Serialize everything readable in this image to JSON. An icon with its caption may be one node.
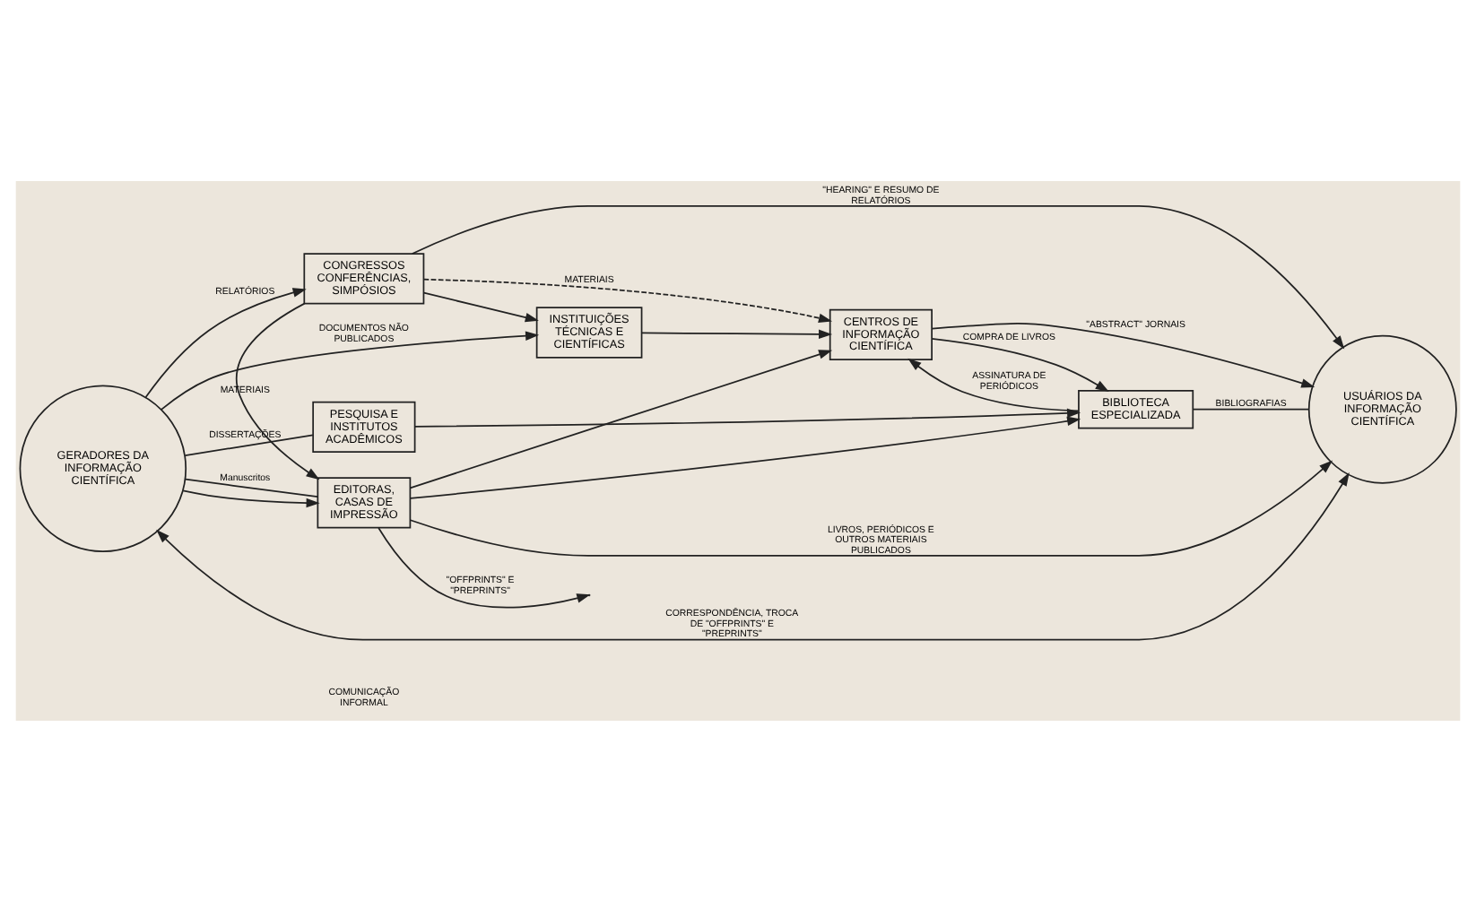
{
  "diagram": {
    "nodes": [
      {
        "text": [
          "GERADORES DA INFORMAÇÃO CIENTÍFICA"
        ]
      },
      {
        "text": [
          "CONGRESSOS CONFERÊNCIAS, SIMPÓSIOS"
        ]
      },
      {
        "text": [
          "INSTITUIÇÕES TÉCNICAS E CIENTÍFICAS"
        ]
      },
      {
        "text": [
          "CENTROS DE INFORMAÇÃO CIENTÍFICA"
        ]
      },
      {
        "text": [
          "EDITORAS, CASAS DE IMPRESSÃO"
        ]
      },
      {
        "text": [
          "BIBLIOTECA ESPECIALIZADA"
        ]
      },
      {
        "text": [
          "PESQUISA E INSTITUTOS ACADÊMICOS"
        ]
      },
      {
        "text": [
          "USUÁRIOS DA INFORMAÇÃO CIENTÍFICA"
        ]
      }
    ],
    "edges": [
      {
        "from": 0,
        "to": 1,
        "arrow": "to",
        "label": "RELATÓRIOS"
      },
      {
        "from": 1,
        "to": 7,
        "arrow": "to",
        "label": "\"HEARING\" E RESUMO DE RELATÓRIOS"
      },
      {
        "from": 1,
        "to": 3,
        "arrow": "to",
        "label": "MATERIAIS",
        "style": "dashed"
      },
      {
        "from": 1,
        "to": 4,
        "arrow": "to",
        "label": "MATERIAIS"
      },
      {
        "from": 1,
        "to": 2,
        "arrow": "to"
      },
      {
        "from": 0,
        "to": 2,
        "arrow": "to",
        "label": "DOCUMENTOS NÃO PUBLICADOS"
      },
      {
        "from": 0,
        "to": 4,
        "arrow": "to"
      },
      {
        "from": 2,
        "to": 3,
        "arrow": "to"
      },
      {
        "from": 0,
        "to": 4,
        "arrow": "none",
        "label": "Manuscritos"
      },
      {
        "from": 4,
        "to": 3,
        "arrow": "to"
      },
      {
        "from": 4,
        "to": 5,
        "arrow": "to"
      },
      {
        "from": 4,
        "to": 7,
        "arrow": "to",
        "label": "LIVROS, PERIÓDICOS E OUTROS MATERIAIS PUBLICADOS"
      },
      {
        "from": 3,
        "to": 5,
        "arrow": "to",
        "label": "COMPRA DE LIVROS"
      },
      {
        "from": 5,
        "to": 3,
        "arrow": "to",
        "label": "ASSINATURA DE PERIÓDICOS"
      },
      {
        "from": 3,
        "to": 7,
        "arrow": "to",
        "label": "\"ABSTRACT\" JORNAIS"
      },
      {
        "from": 5,
        "to": 7,
        "arrow": "none",
        "label": "BIBLIOGRAFIAS"
      },
      {
        "from": 0,
        "to": 6,
        "arrow": "none",
        "label": "DISSERTAÇÕES"
      },
      {
        "from": 6,
        "to": 5,
        "arrow": "to"
      },
      {
        "from": 4,
        "to": null,
        "arrow": "to",
        "label": "\"OFFPRINTS\" E \"PREPRINTS\""
      },
      {
        "from": 7,
        "to": 0,
        "arrow": "both",
        "label": "CORRESPONDÊNCIA, TROCA DE \"OFFPRINTS\" E \"PREPRINTS\""
      }
    ],
    "labels": [
      "COMUNICAÇÃO INFORMAL"
    ]
  }
}
